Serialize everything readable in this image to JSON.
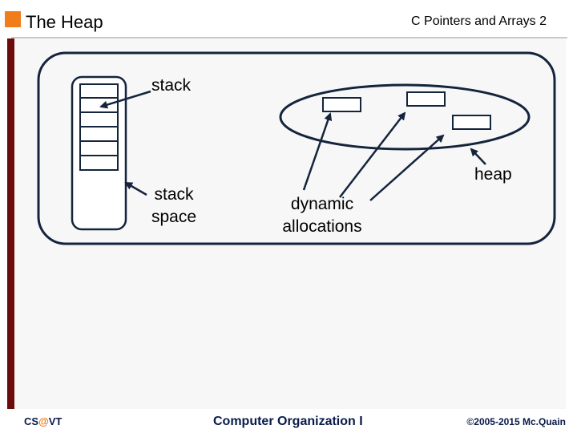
{
  "header": {
    "title": "The Heap",
    "course": "C Pointers and Arrays",
    "slide_number": "2"
  },
  "diagram": {
    "labels": {
      "stack": "stack",
      "stack_space_line1": "stack",
      "stack_space_line2": "space",
      "heap": "heap",
      "dynamic_line1": "dynamic",
      "dynamic_line2": "allocations"
    },
    "colors": {
      "outline": "#14243c",
      "box_fill": "#ffffff",
      "accent": "#f07c1a",
      "sidebar": "#6b0b0b"
    }
  },
  "footer": {
    "left_prefix": "CS",
    "left_at": "@",
    "left_suffix": "VT",
    "center": "Computer Organization I",
    "right": "©2005-2015 Mc.Quain"
  }
}
